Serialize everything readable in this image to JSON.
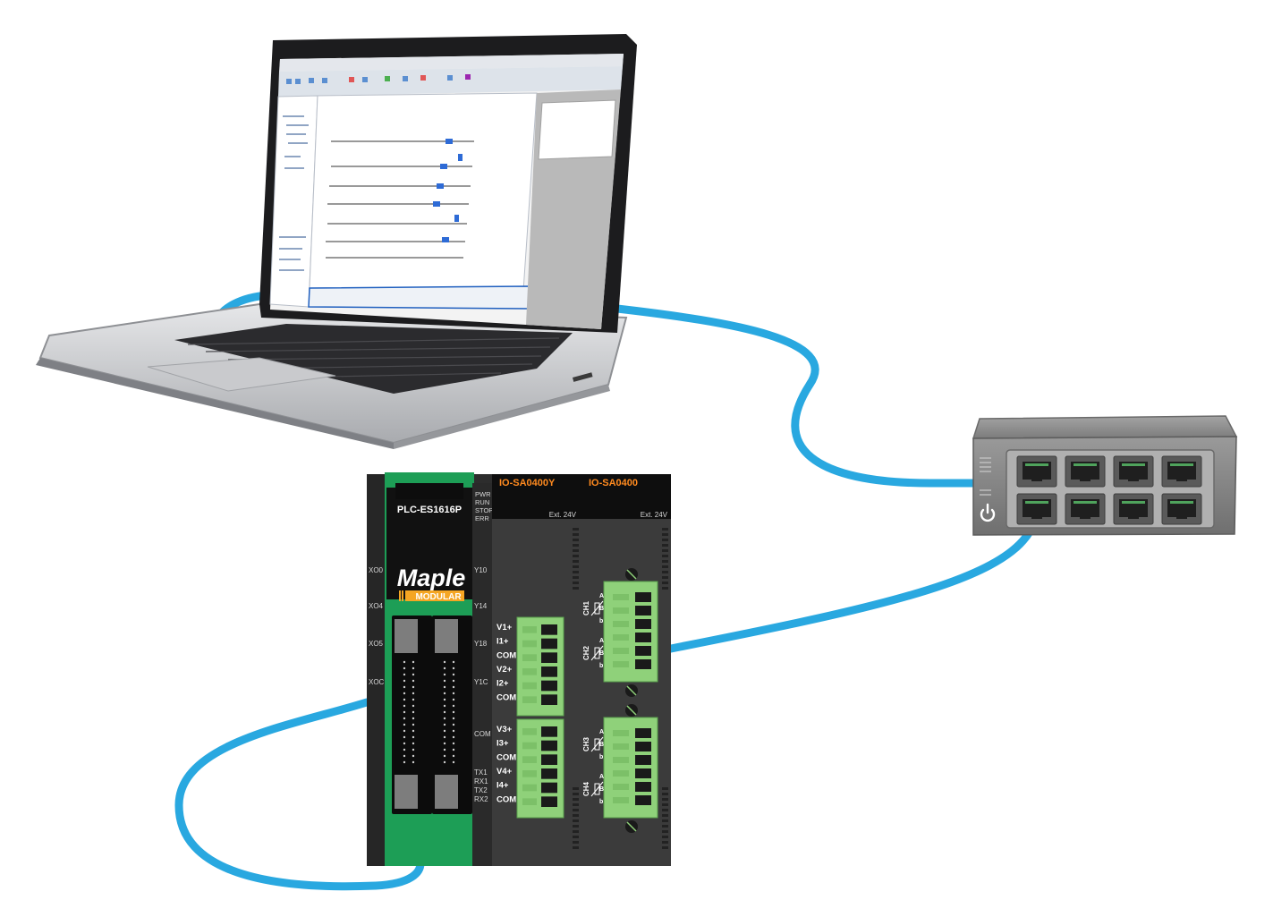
{
  "colors": {
    "cable": "#29a8e0",
    "plc_green": "#19a35a",
    "module_dark": "#3a3a3a",
    "module_black": "#111111",
    "terminal_green": "#8fd17a",
    "maple_orange": "#f5a623",
    "switch_gray": "#8a8a8a"
  },
  "plc": {
    "model": "PLC-ES1616P",
    "brand": "Maple",
    "brand_sub": "MODULAR",
    "status_labels": [
      "PWR",
      "RUN",
      "STOP",
      "ERR"
    ],
    "left_labels": [
      "XO0",
      "XO4",
      "XO5",
      "XOC"
    ],
    "right_labels": [
      "Y10",
      "Y14",
      "Y18",
      "Y1C",
      "COM",
      "TX1",
      "RX1",
      "TX2",
      "RX2"
    ]
  },
  "module1": {
    "title": "IO-SA0400Y",
    "ext": "Ext. 24V",
    "terminals_top": [
      "V1+",
      "I1+",
      "COM",
      "V2+",
      "I2+",
      "COM"
    ],
    "terminals_bottom": [
      "V3+",
      "I3+",
      "COM",
      "V4+",
      "I4+",
      "COM"
    ]
  },
  "module2": {
    "title": "IO-SA0400",
    "ext": "Ext. 24V",
    "channels": [
      "CH1",
      "CH2",
      "CH3",
      "CH4"
    ],
    "pins": [
      "A",
      "B",
      "b"
    ]
  },
  "switch": {
    "power_icon": "power-icon",
    "port_count": 8
  },
  "laptop": {
    "screen_app": "ladder-programming-software"
  }
}
